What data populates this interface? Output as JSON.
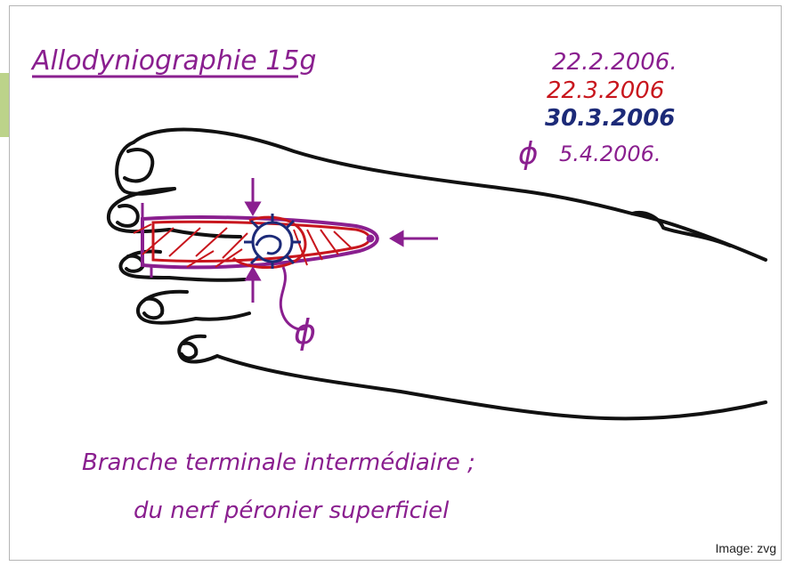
{
  "title": "Allodyniographie 15g",
  "dates": [
    {
      "text": "22.2.2006.",
      "color": "#8a1f8f"
    },
    {
      "text": "22.3.2006",
      "color": "#c8161d"
    },
    {
      "text": "30.3.2006",
      "color": "#1c2a78"
    },
    {
      "text": "5.4.2006.",
      "color": "#8a1f8f"
    }
  ],
  "empty_set_symbol": "ϕ",
  "caption": {
    "line1": "Branche terminale intermédiaire ;",
    "line2": "du nerf péronier superficiel"
  },
  "credit": "Image: zvg",
  "colors": {
    "purple": "#8a1f8f",
    "red": "#c8161d",
    "navy": "#1c2a78",
    "outline": "#111111"
  }
}
